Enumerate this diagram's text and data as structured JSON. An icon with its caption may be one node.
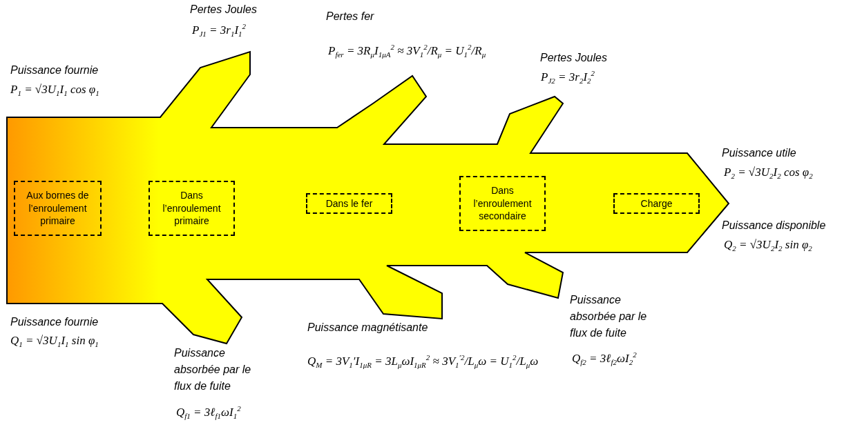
{
  "diagram": {
    "nodes": [
      {
        "text": [],
        "shape": "arrow"
      },
      {
        "text": [
          "Aux bornes de l’enroulement primaire"
        ],
        "in": 0
      },
      {
        "text": [
          "Dans l’enroulement primaire"
        ],
        "in": 0
      },
      {
        "text": [
          "Dans le fer"
        ],
        "in": 0
      },
      {
        "text": [
          "Dans l’enroulement secondaire"
        ],
        "in": 0
      },
      {
        "text": [
          "Charge"
        ],
        "in": 0
      }
    ],
    "labels": [
      "Pertes Joules",
      "P$_{J1}$ = 3r$_{1}$I$_{1}$$^{2}$",
      "Pertes fer",
      "P$_{fer}$ = 3R$_{μ}$I$_{1μA}$$^{2}$ ≈ 3V$_{1}$$^{2}$/R$_{μ}$ = U$_{1}$$^{2}$/R$_{μ}$",
      "Puissance fournie",
      "P$_{1}$ = √3U$_{1}$I$_{1}$ cos φ$_{1}$",
      "Pertes Joules",
      "P$_{J2}$ = 3r$_{2}$I$_{2}$$^{2}$",
      "Puissance utile",
      "P$_{2}$ = √3U$_{2}$I$_{2}$ cos φ$_{2}$",
      "Puissance disponible",
      "Q$_{2}$ = √3U$_{2}$I$_{2}$ sin φ$_{2}$",
      "Puissance fournie",
      "Q$_{1}$ = √3U$_{1}$I$_{1}$ sin φ$_{1}$",
      "Puissance magnétisante",
      "Q$_{M}$ = 3V$_{1}$′I$_{1μR}$ = 3L$_{μ}$ωI$_{1μR}$$^{2}$ ≈ 3V$_{1}$$^{′2}$/L$_{μ}$ω = U$_{1}$$^{2}$/L$_{μ}$ω",
      "Puissance absorbée par le flux de fuite",
      "Q$_{f2}$ = 3ℓ$_{f2}$ωI$_{2}$$^{2}$",
      "Puissance absorbée par le flux de fuite",
      "Q$_{f1}$ = 3ℓ$_{f1}$ωI$_{1}$$^{2}$"
    ]
  }
}
